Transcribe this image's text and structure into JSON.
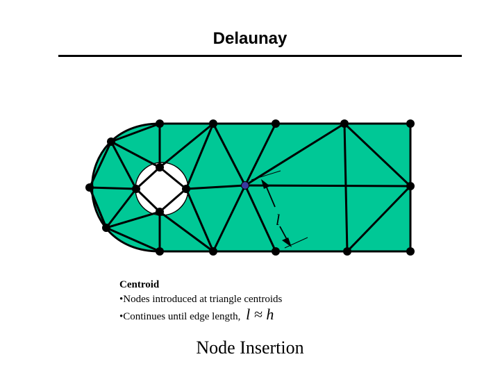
{
  "title": "Delaunay",
  "diagram": {
    "fill_color": "#00c896",
    "edge_color": "#000000",
    "node_color": "#000000",
    "inserted_node_color": "#3a3aa0",
    "length_symbol": "l"
  },
  "caption": {
    "heading": "Centroid",
    "bullet1": "•Nodes introduced at triangle centroids",
    "bullet2": "•Continues until edge length,",
    "relation": "l ≈ h"
  },
  "footer": "Node Insertion"
}
